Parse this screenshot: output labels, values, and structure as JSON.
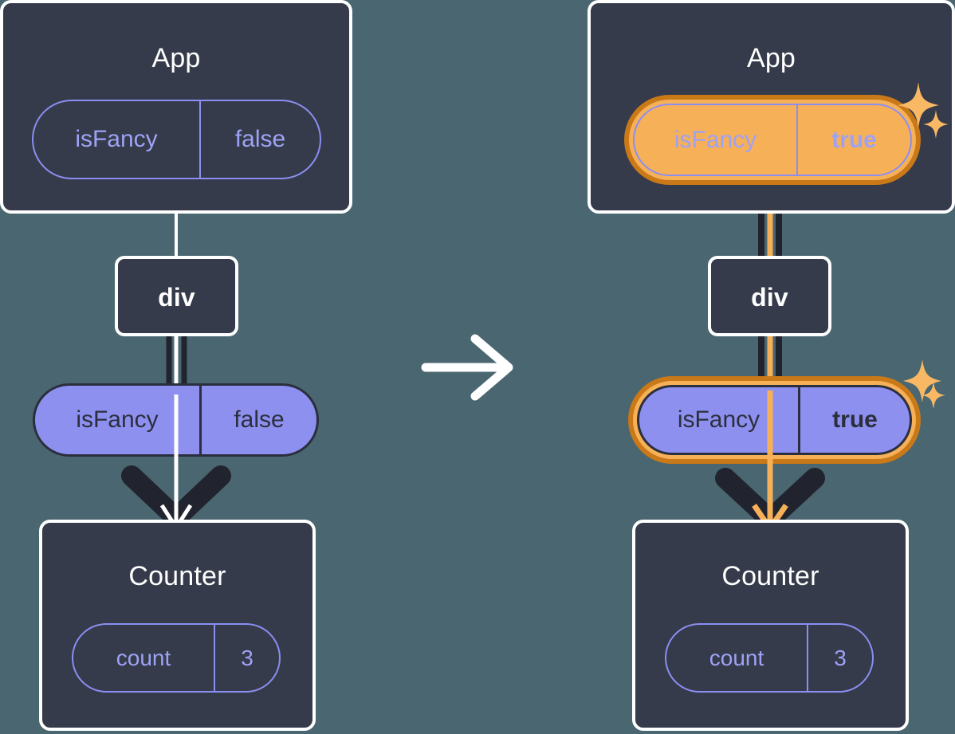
{
  "diagram": {
    "title": "React state update propagation",
    "type": "two-panel-component-tree",
    "background_color": "#4a6670",
    "transition_icon": "right-arrow-icon",
    "colors": {
      "panel_bg": "#353b4a",
      "panel_border": "#ffffff",
      "pill_purple": "#8e90f0",
      "pill_outline": "#8b8ef2",
      "pill_text_dark": "#2b2f3d",
      "pill_text_light": "#9ea2f5",
      "highlight_outer": "#c97918",
      "highlight_inner": "#f6b058",
      "edge_dark": "#21242f",
      "edge_light": "#ffffff",
      "sparkle": "#f9b864"
    }
  },
  "panels": [
    {
      "id": "before",
      "highlighted": false,
      "app": {
        "title": "App",
        "state_pill": {
          "name": "isFancy",
          "value": "false",
          "style": "outline",
          "highlighted": false,
          "bold_value": false
        }
      },
      "div": {
        "label": "div"
      },
      "prop_pill": {
        "name": "isFancy",
        "value": "false",
        "style": "solid",
        "highlighted": false,
        "bold_value": false
      },
      "counter": {
        "title": "Counter",
        "state_pill": {
          "name": "count",
          "value": "3",
          "style": "outline",
          "highlighted": false,
          "bold_value": false
        }
      },
      "edges": {
        "color": "edge_light",
        "sparkles": 0
      }
    },
    {
      "id": "after",
      "highlighted": true,
      "app": {
        "title": "App",
        "state_pill": {
          "name": "isFancy",
          "value": "true",
          "style": "outline",
          "highlighted": true,
          "bold_value": true
        }
      },
      "div": {
        "label": "div"
      },
      "prop_pill": {
        "name": "isFancy",
        "value": "true",
        "style": "solid",
        "highlighted": true,
        "bold_value": true
      },
      "counter": {
        "title": "Counter",
        "state_pill": {
          "name": "count",
          "value": "3",
          "style": "outline",
          "highlighted": false,
          "bold_value": false
        }
      },
      "edges": {
        "color": "highlight_inner",
        "sparkles": 2
      }
    }
  ]
}
